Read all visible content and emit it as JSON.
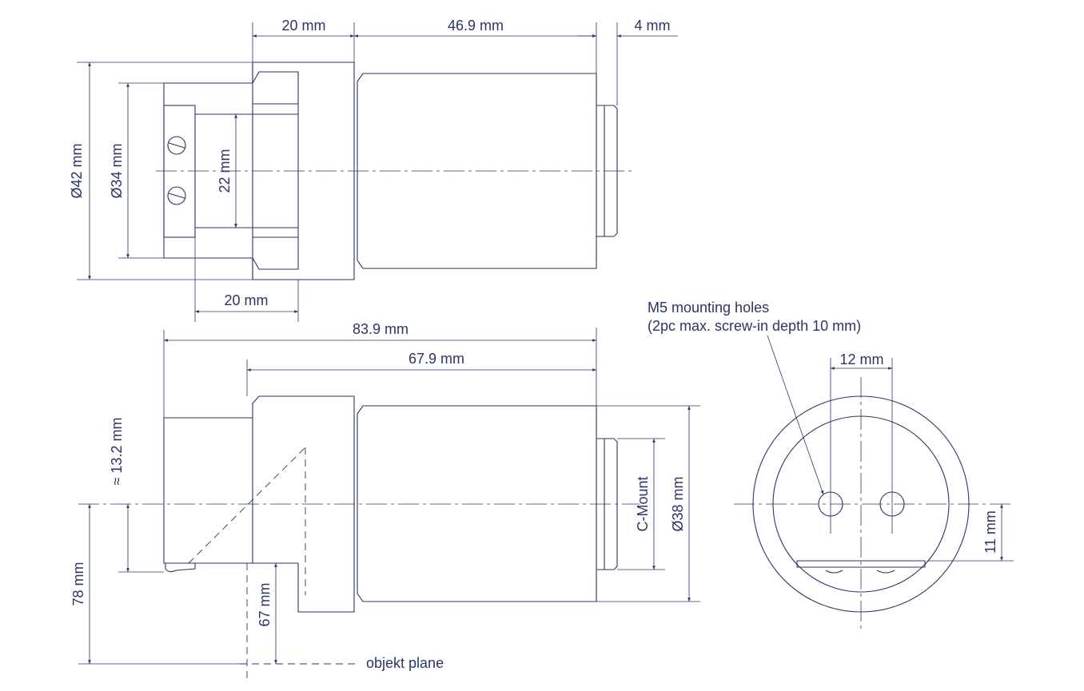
{
  "dimensions": {
    "top_flange_width": "20 mm",
    "top_body_length": "46.9 mm",
    "top_mount_width": "4 mm",
    "top_diameter_outer": "Ø42 mm",
    "top_diameter_inner": "Ø34 mm",
    "top_bore": "22 mm",
    "top_bottom_width": "20 mm",
    "side_total_length": "83.9 mm",
    "side_body_length": "67.9 mm",
    "side_offset": "≈ 13.2 mm",
    "side_height_total": "78 mm",
    "side_height_inner": "67 mm",
    "c_mount": "C-Mount",
    "side_diameter": "Ø38 mm",
    "object_plane": "objekt plane",
    "end_hole_spacing": "12 mm",
    "end_hole_height": "11 mm"
  },
  "notes": {
    "mounting_line1": "M5 mounting holes",
    "mounting_line2": "(2pc max. screw-in depth 10 mm)"
  }
}
